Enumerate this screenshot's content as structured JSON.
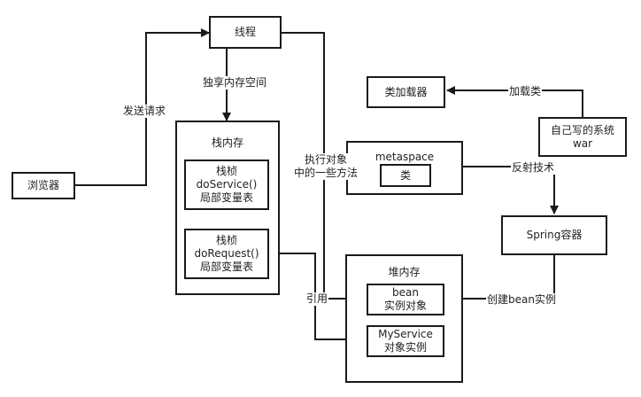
{
  "nodes": {
    "thread": "线程",
    "browser": "浏览器",
    "stack": "栈内存",
    "frame1": {
      "line1": "栈桢",
      "line2": "doService()",
      "line3": "局部变量表"
    },
    "frame2": {
      "line1": "栈桢",
      "line2": "doRequest()",
      "line3": "局部变量表"
    },
    "classloader": "类加载器",
    "metaspace": "metaspace",
    "class": "类",
    "war": {
      "line1": "自己写的系统",
      "line2": "war"
    },
    "spring": "Spring容器",
    "heap": "堆内存",
    "bean": {
      "line1": "bean",
      "line2": "实例对象"
    },
    "myservice": {
      "line1": "MyService",
      "line2": "对象实例"
    }
  },
  "edges": {
    "send_request": "发送请求",
    "exclusive_memory": "独享内存空间",
    "exec_methods": {
      "line1": "执行对象",
      "line2": "中的一些方法"
    },
    "load_class": "加载类",
    "reflection": "反射技术",
    "create_bean": "创建bean实例",
    "reference": "引用"
  }
}
